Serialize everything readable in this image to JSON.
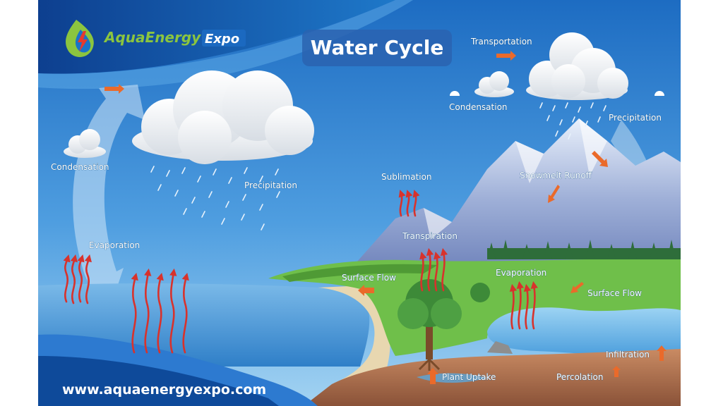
{
  "brand": {
    "name_part1": "AquaEnergy",
    "name_part2": "Expo",
    "website": "www.aquaenergyexpo.com"
  },
  "diagram": {
    "title": "Water Cycle",
    "labels": {
      "condensation_left": "Condensation",
      "precipitation_left": "Precipitation",
      "evaporation_left": "Evaporation",
      "transportation": "Transportation",
      "condensation_right": "Condensation",
      "precipitation_right": "Precipitation",
      "sublimation": "Sublimation",
      "snowmelt_runoff": "Snowmelt Runoff",
      "transpiration": "Transpiration",
      "surface_flow_left": "Surface Flow",
      "evaporation_right": "Evaporation",
      "surface_flow_right": "Surface Flow",
      "infiltration": "Infiltration",
      "plant_uptake": "Plant Uptake",
      "percolation": "Percolation"
    }
  },
  "colors": {
    "sky_top": "#1d6cc2",
    "sky_bottom": "#8dc7ee",
    "sea": "#4e9fdc",
    "arrow_red": "#d8322c",
    "arrow_orange": "#ea6a2a",
    "logo_green": "#8bc53f"
  }
}
